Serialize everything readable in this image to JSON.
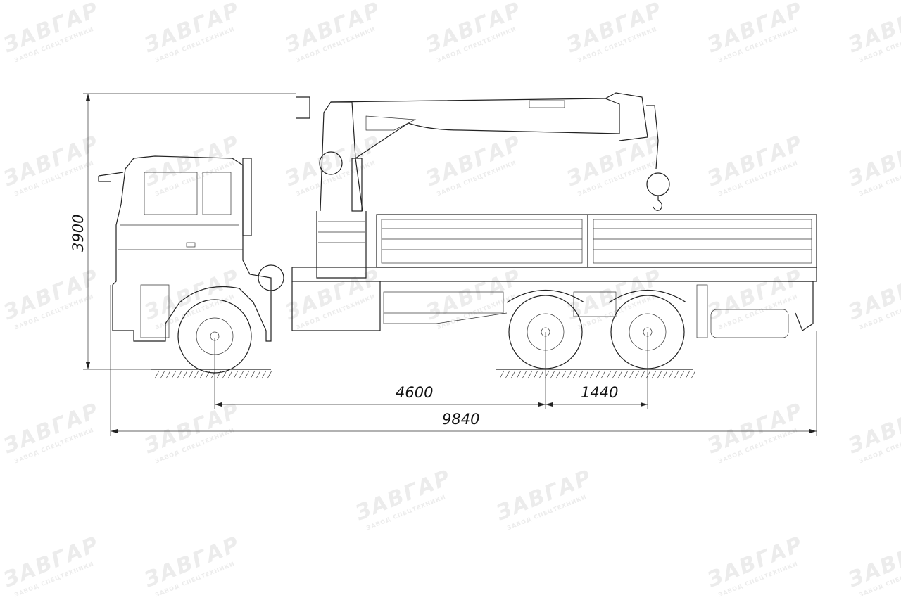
{
  "watermark": {
    "brand": "ЗАВГАР",
    "subtitle": "ЗАВОД СПЕЦТЕХНИКИ"
  },
  "dimensions": {
    "overall_height": "3900",
    "wheelbase_front": "4600",
    "wheelbase_rear": "1440",
    "overall_length": "9840"
  },
  "colors": {
    "line": "#222222",
    "watermark": "#ececec",
    "background": "#ffffff"
  }
}
